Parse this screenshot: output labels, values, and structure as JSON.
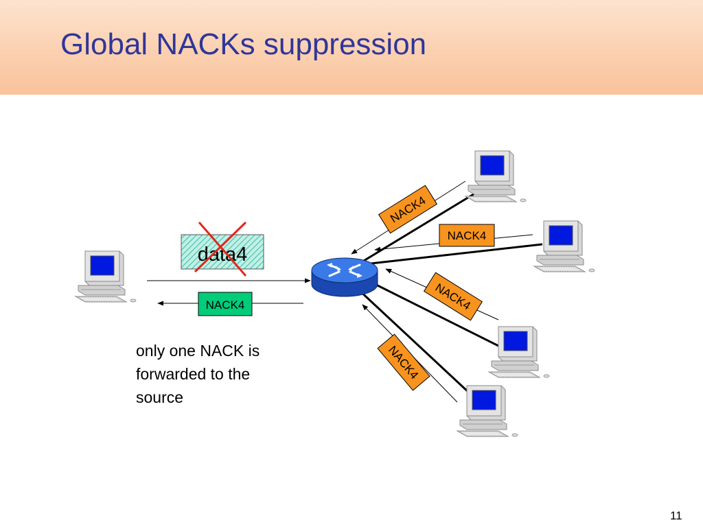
{
  "slide": {
    "title": "Global NACKs suppression",
    "caption": "only one NACK is forwarded to the source",
    "page_number": "11"
  },
  "diagram": {
    "data_packet_label": "data4",
    "data_packet_state": "crossed-out",
    "nack_labels": [
      "NACK4",
      "NACK4",
      "NACK4",
      "NACK4",
      "NACK4"
    ],
    "colors": {
      "nack_receiver_fill": "#f7931e",
      "nack_source_fill": "#00cc7a",
      "data_fill": "#a8e8dc",
      "cross": "#e0281e",
      "router": "#2a62d8",
      "title": "#2f3699"
    },
    "icons": [
      "computer-icon",
      "router-icon"
    ]
  }
}
